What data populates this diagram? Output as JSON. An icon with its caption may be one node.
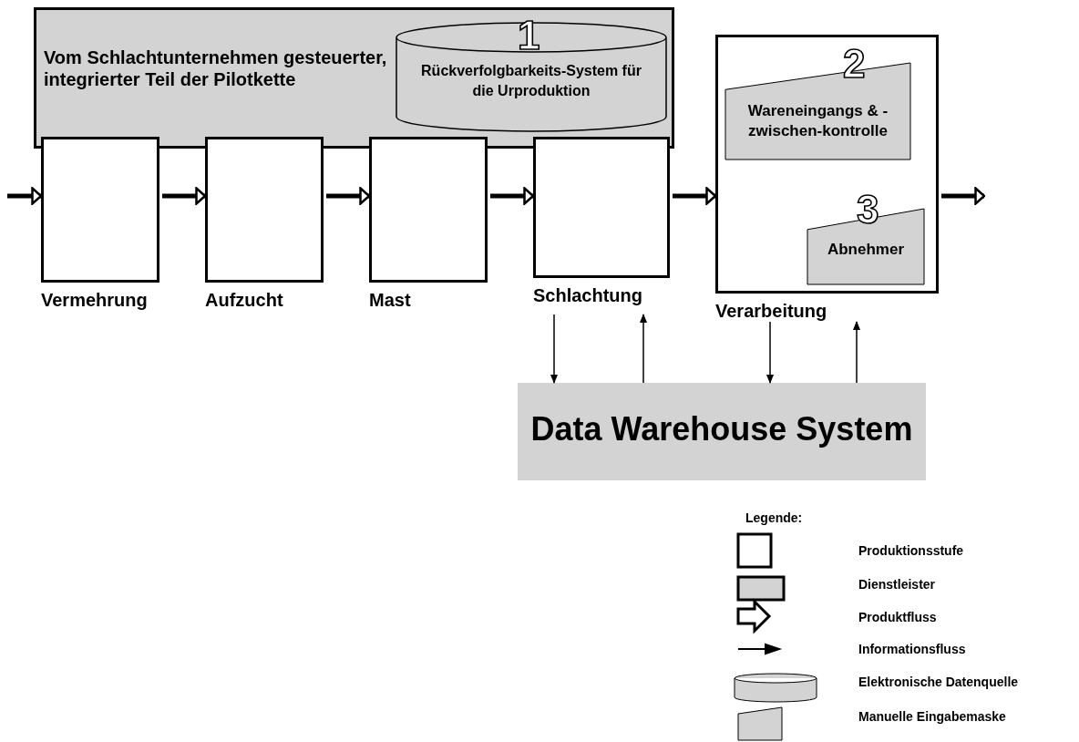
{
  "diagram": {
    "nodes": [
      {
        "text": [
          "Vom Schlachtunternehmen gesteuerter, integrierter Teil der Pilotkette"
        ]
      },
      {
        "text": [
          "1",
          "Rückverfolgbarkeits-System für die Urproduktion"
        ],
        "in": 0
      },
      {
        "text": [
          "Vermehrung"
        ]
      },
      {
        "text": [
          "Aufzucht"
        ]
      },
      {
        "text": [
          "Mast"
        ]
      },
      {
        "text": [
          "Schlachtung"
        ]
      },
      {
        "text": [
          "Verarbeitung"
        ]
      },
      {
        "text": [
          "2",
          "Wareneingangs & -zwischen-kontrolle"
        ],
        "in": 6
      },
      {
        "text": [
          "3",
          "Abnehmer"
        ],
        "in": 6
      },
      {
        "text": [
          "Data Warehouse System"
        ]
      }
    ],
    "edges": [
      {
        "from": null,
        "to": 2,
        "arrow": "to"
      },
      {
        "from": 2,
        "to": 3,
        "arrow": "to"
      },
      {
        "from": 3,
        "to": 4,
        "arrow": "to"
      },
      {
        "from": 4,
        "to": 5,
        "arrow": "to"
      },
      {
        "from": 5,
        "to": 6,
        "arrow": "to"
      },
      {
        "from": 6,
        "to": null,
        "arrow": "to"
      },
      {
        "from": 5,
        "to": 9,
        "arrow": "to"
      },
      {
        "from": 9,
        "to": 5,
        "arrow": "to"
      },
      {
        "from": 6,
        "to": 9,
        "arrow": "to"
      },
      {
        "from": 9,
        "to": 6,
        "arrow": "to"
      }
    ],
    "labels": [
      "Legende:"
    ],
    "legend": [
      {
        "text": "Produktionsstufe"
      },
      {
        "text": "Dienstleister"
      },
      {
        "text": "Produktfluss"
      },
      {
        "text": "Informationsfluss"
      },
      {
        "text": "Elektronische Datenquelle"
      },
      {
        "text": "Manuelle Eingabemaske"
      }
    ]
  }
}
